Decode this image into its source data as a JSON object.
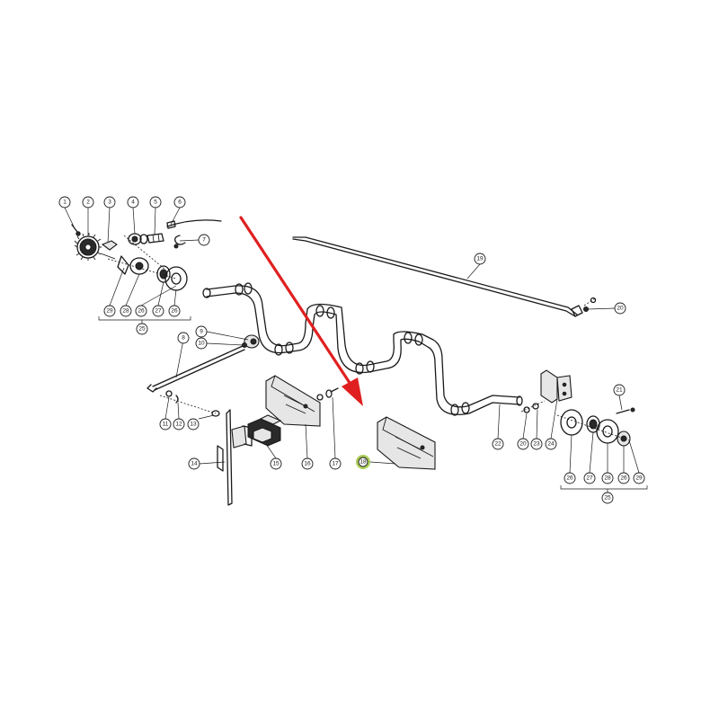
{
  "colors": {
    "line": "#1a1a1a",
    "arrow": "#e02020",
    "highlight": "#9cc43c",
    "background": "#ffffff"
  },
  "callouts": [
    {
      "id": "c1",
      "label": "1"
    },
    {
      "id": "c2",
      "label": "2"
    },
    {
      "id": "c3",
      "label": "3"
    },
    {
      "id": "c4",
      "label": "4"
    },
    {
      "id": "c5",
      "label": "5"
    },
    {
      "id": "c6",
      "label": "6"
    },
    {
      "id": "c7",
      "label": "7"
    },
    {
      "id": "c8",
      "label": "8"
    },
    {
      "id": "c9",
      "label": "9"
    },
    {
      "id": "c10",
      "label": "10"
    },
    {
      "id": "c11",
      "label": "11"
    },
    {
      "id": "c12",
      "label": "12"
    },
    {
      "id": "c13",
      "label": "13"
    },
    {
      "id": "c14",
      "label": "14"
    },
    {
      "id": "c15",
      "label": "15"
    },
    {
      "id": "c16",
      "label": "16"
    },
    {
      "id": "c17",
      "label": "17"
    },
    {
      "id": "c18",
      "label": "18",
      "highlighted": true
    },
    {
      "id": "c19",
      "label": "19"
    },
    {
      "id": "c20a",
      "label": "20"
    },
    {
      "id": "c20b",
      "label": "20"
    },
    {
      "id": "c21",
      "label": "21"
    },
    {
      "id": "c22",
      "label": "22"
    },
    {
      "id": "c23",
      "label": "23"
    },
    {
      "id": "c24",
      "label": "24"
    },
    {
      "id": "c25a",
      "label": "25"
    },
    {
      "id": "c25b",
      "label": "25"
    },
    {
      "id": "c26a",
      "label": "26"
    },
    {
      "id": "c26b",
      "label": "26"
    },
    {
      "id": "c26c",
      "label": "26"
    },
    {
      "id": "c26d",
      "label": "26"
    },
    {
      "id": "c27a",
      "label": "27"
    },
    {
      "id": "c27b",
      "label": "27"
    },
    {
      "id": "c28a",
      "label": "28"
    },
    {
      "id": "c28b",
      "label": "28"
    },
    {
      "id": "c29a",
      "label": "29"
    },
    {
      "id": "c29b",
      "label": "29"
    }
  ]
}
